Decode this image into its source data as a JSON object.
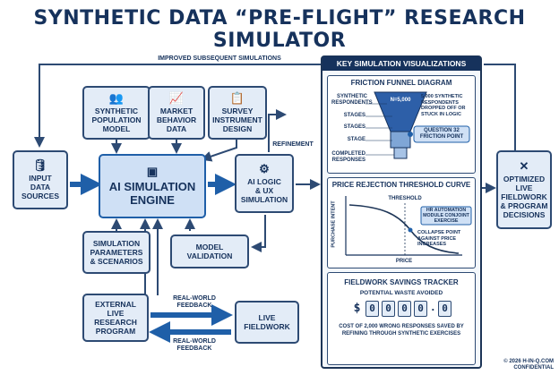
{
  "title": "SYNTHETIC DATA “PRE-FLIGHT” RESEARCH SIMULATOR",
  "top_loop_label": "IMPROVED SUBSEQUENT SIMULATIONS",
  "nodes": {
    "input_data": "INPUT\nDATA\nSOURCES",
    "synthetic_population": "SYNTHETIC\nPOPULATION\nMODEL",
    "market_behavior": "MARKET\nBEHAVIOR\nDATA",
    "survey_instrument": "SURVEY\nINSTRUMENT\nDESIGN",
    "engine": "AI SIMULATION\nENGINE",
    "ai_logic": "AI LOGIC\n& UX\nSIMULATION",
    "sim_params": "SIMULATION\nPARAMETERS\n& SCENARIOS",
    "model_validation": "MODEL\nVALIDATION",
    "external_program": "EXTERNAL\nLIVE RESEARCH\nPROGRAM",
    "live_fieldwork": "LIVE\nFIELDWORK",
    "optimized": "OPTIMIZED\nLIVE\nFIELDWORK\n& PROGRAM\nDECISIONS"
  },
  "edge_labels": {
    "refinement": "REFINEMENT",
    "feedback_top": "REAL-WORLD\nFEEDBACK",
    "feedback_bottom": "REAL-WORLD\nFEEDBACK"
  },
  "panel": {
    "header": "KEY SIMULATION VISUALIZATIONS",
    "funnel": {
      "title": "FRICTION FUNNEL DIAGRAM",
      "top_label": "SYNTHETIC\nRESPONDENTS",
      "n_label": "N=5,000",
      "stage_labels": [
        "STAGES",
        "STAGES",
        "STAGE"
      ],
      "bottom_label": "COMPLETED\nRESPONSES",
      "dropped_note": "5,000 SYNTHETIC\nRESPONDENTS\nDROPPED OFF OR\nSTUCK IN LOGIC",
      "callout": "QUESTION 32\nFRICTION POINT"
    },
    "price": {
      "title": "PRICE REJECTION THRESHOLD CURVE",
      "y_label": "PURCHASE INTENT",
      "x_label": "PRICE",
      "threshold_label": "THRESHOLD",
      "module_note": "HR AUTOMATION\nMODULE CONJOINT\nEXERCISE",
      "collapse_note": "COLLAPSE POINT\nAGAINST PRICE\nINCREASES"
    },
    "savings": {
      "title": "FIELDWORK SAVINGS TRACKER",
      "subtitle": "POTENTIAL WASTE AVOIDED",
      "currency": "$",
      "digits": [
        "0",
        "0",
        "0",
        "0",
        ".",
        "0"
      ],
      "note": "COST OF 2,000 WRONG RESPONSES SAVED BY\nREFINING THROUGH SYNTHETIC EXERCISES"
    }
  },
  "footer": {
    "copyright": "© 2026 H-IN-Q.COM",
    "confidential": "CONFIDENTIAL"
  },
  "icons": [
    "database-icon",
    "people-icon",
    "chart-up-icon",
    "clipboard-icon",
    "chip-icon",
    "gears-icon",
    "tools-icon"
  ],
  "colors": {
    "navy": "#16325c",
    "box_fill": "#e3ecf7",
    "engine_fill": "#cfe0f5",
    "callout": "#cfe0f5"
  }
}
